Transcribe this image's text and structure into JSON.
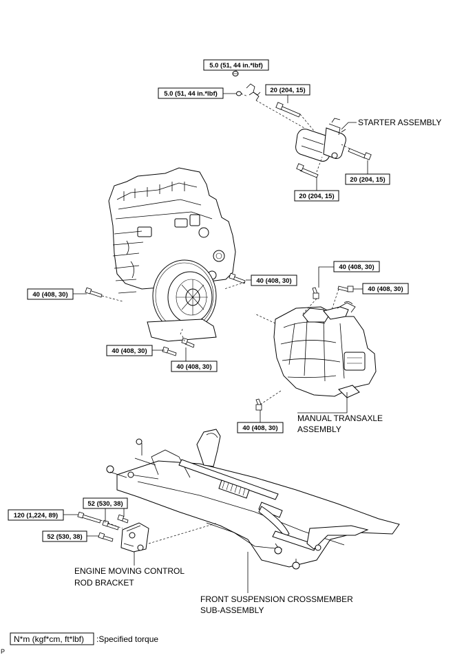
{
  "torque_labels": {
    "t01": "5.0 (51, 44 in.*lbf)",
    "t02": "5.0 (51, 44 in.*lbf)",
    "t03": "20 (204, 15)",
    "t04": "20 (204, 15)",
    "t05": "20 (204, 15)",
    "t06": "40 (408, 30)",
    "t07": "40 (408, 30)",
    "t08": "40 (408, 30)",
    "t09": "40 (408, 30)",
    "t10": "40 (408, 30)",
    "t11": "40 (408, 30)",
    "t12": "40 (408, 30)",
    "t13": "52 (530, 38)",
    "t14": "120 (1,224, 89)",
    "t15": "52 (530, 38)"
  },
  "part_labels": {
    "starter": "STARTER ASSEMBLY",
    "transaxle_1": "MANUAL TRANSAXLE",
    "transaxle_2": "ASSEMBLY",
    "bracket_1": "ENGINE MOVING CONTROL",
    "bracket_2": "ROD BRACKET",
    "crossmember_1": "FRONT SUSPENSION CROSSMEMBER",
    "crossmember_2": "SUB-ASSEMBLY"
  },
  "legend": {
    "unit": "N*m (kgf*cm, ft*lbf)",
    "meaning": ":Specified torque"
  },
  "corner_mark": "P"
}
